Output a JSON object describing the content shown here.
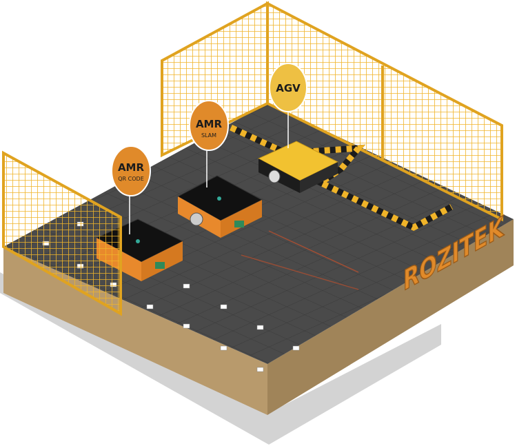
{
  "signs": {
    "amr_qr": {
      "title": "AMR",
      "subtitle": "QR CODE"
    },
    "amr_slam": {
      "title": "AMR",
      "subtitle": "SLAM"
    },
    "agv": {
      "title": "AGV"
    }
  },
  "brand": {
    "name": "ROZITEK"
  },
  "colors": {
    "floor": "#4a4a4a",
    "fence": "#f0b429",
    "robot_orange": "#e8892c",
    "agv_yellow": "#f2c230",
    "base": "#b89a6c",
    "shadow": "#d0d0d0"
  }
}
